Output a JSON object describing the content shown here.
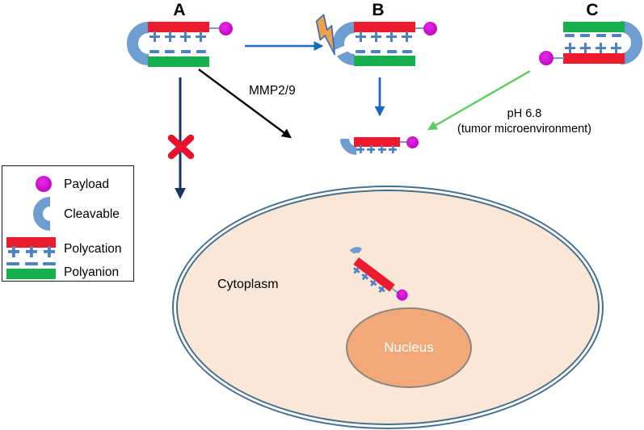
{
  "constructs": {
    "a": {
      "label": "A"
    },
    "b": {
      "label": "B"
    },
    "c": {
      "label": "C"
    }
  },
  "annotations": {
    "mmp": "MMP2/9",
    "ph_line1": "pH 6.8",
    "ph_line2": "(tumor microenvironment)"
  },
  "cell": {
    "cytoplasm": "Cytoplasm",
    "nucleus": "Nucleus"
  },
  "legend": {
    "items": [
      {
        "icon": "payload-icon",
        "label": "Payload"
      },
      {
        "icon": "cleavable-icon",
        "label": "Cleavable"
      },
      {
        "icon": "polycation-icon",
        "label": "Polycation"
      },
      {
        "icon": "polyanion-icon",
        "label": "Polyanion"
      }
    ]
  },
  "colors": {
    "polycation_red": "#EC1C2E",
    "polyanion_green": "#17B04F",
    "cleavable_blue": "#6D9DD1",
    "charge_blue": "#4E82C2",
    "payload_magenta": "#C90FC9",
    "arrow_blue": "#1C6BB8",
    "arrow_navy": "#17355F",
    "arrow_green": "#5DCB5D",
    "blocked_x_red": "#E8112D",
    "bolt_orange": "#EDA24E",
    "cell_fill": "#FBE7D7",
    "cell_border": "#45708E",
    "nucleus_fill": "#F2A878"
  }
}
